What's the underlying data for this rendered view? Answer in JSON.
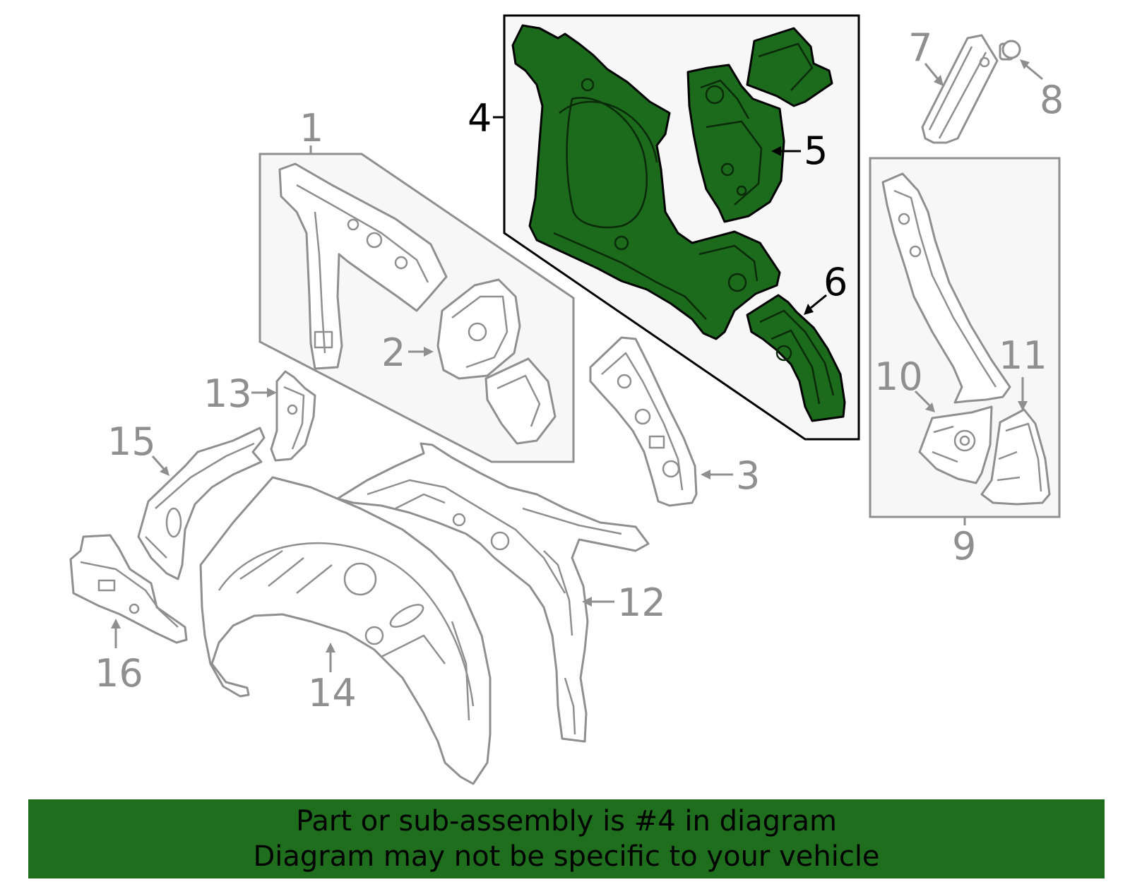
{
  "callouts": {
    "c1": "1",
    "c2": "2",
    "c3": "3",
    "c4": "4",
    "c5": "5",
    "c6": "6",
    "c7": "7",
    "c8": "8",
    "c9": "9",
    "c10": "10",
    "c11": "11",
    "c12": "12",
    "c13": "13",
    "c14": "14",
    "c15": "15",
    "c16": "16"
  },
  "highlighted_part": "4",
  "colors": {
    "highlight": "#1c6b1c",
    "banner": "#1e6e1e",
    "line_gray": "#8f8f8f"
  },
  "banner": {
    "line1": "Part or sub-assembly is #4 in diagram",
    "line2": "Diagram may not be specific to your vehicle"
  }
}
